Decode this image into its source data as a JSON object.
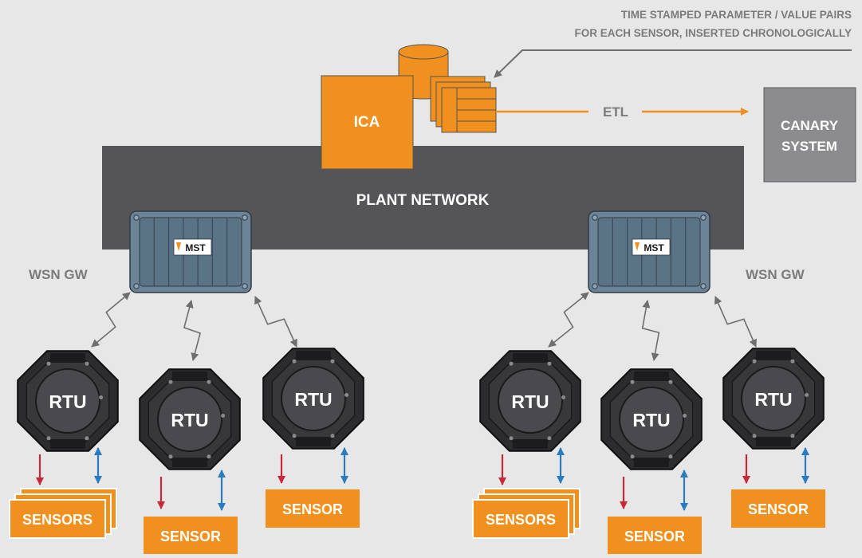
{
  "annotation": {
    "line1": "TIME STAMPED PARAMETER / VALUE PAIRS",
    "line2": "FOR EACH SENSOR, INSERTED CHRONOLOGICALLY"
  },
  "ica_label": "ICA",
  "etl_label": "ETL",
  "canary": {
    "line1": "CANARY",
    "line2": "SYSTEM"
  },
  "network_label": "PLANT NETWORK",
  "gateways": [
    {
      "label": "WSN GW",
      "brand": "MST"
    },
    {
      "label": "WSN GW",
      "brand": "MST"
    }
  ],
  "rtu_label": "RTU",
  "sensor_labels": [
    "SENSORS",
    "SENSOR",
    "SENSOR",
    "SENSORS",
    "SENSOR",
    "SENSOR"
  ],
  "colors": {
    "background": "#e8e7e8",
    "network": "#555457",
    "orange": "#f0901e",
    "canary": "#8c8c8e",
    "label_gray": "#7b7b7d",
    "gateway": "#6b8497",
    "rtu": "#2c2c2e",
    "arrow_red": "#c8283a",
    "arrow_blue": "#2a7bc0"
  }
}
